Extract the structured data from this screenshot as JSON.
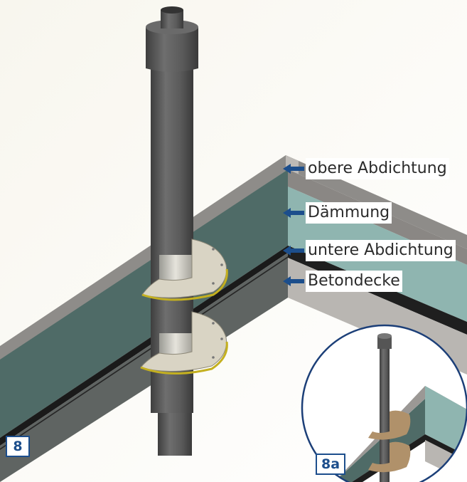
{
  "callouts": [
    {
      "label": "obere Abdichtung"
    },
    {
      "label": "Dämmung"
    },
    {
      "label": "untere Abdichtung"
    },
    {
      "label": "Betondecke"
    }
  ],
  "figure": {
    "main_number": "8",
    "inset_number": "8a"
  },
  "colors": {
    "arrow": "#1c4e8c",
    "pipe": "#5c5c5c",
    "insulation": "#4f6b67",
    "insulation_light": "#8fb5b0",
    "concrete": "#a8a5a3",
    "collar": "#d9d4c4",
    "collar_inset": "#b0916a"
  }
}
